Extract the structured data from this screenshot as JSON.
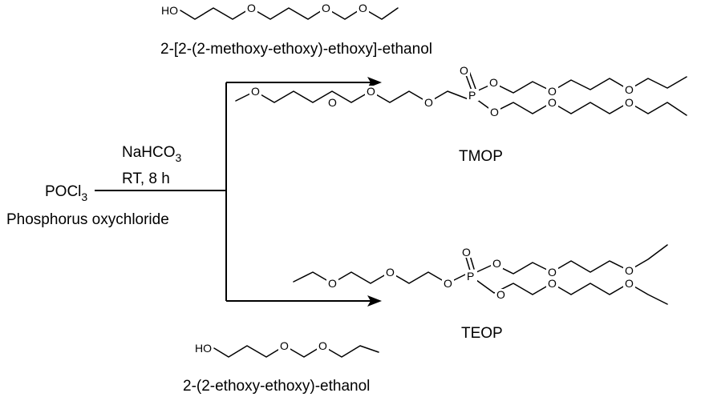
{
  "reactant": {
    "formula_main": "POCl",
    "formula_sub": "3",
    "name": "Phosphorus oxychloride"
  },
  "conditions": {
    "reagent_main": "NaHCO",
    "reagent_sub": "3",
    "temp_time": "RT, 8 h"
  },
  "top_reagent": {
    "name": "2-[2-(2-methoxy-ethoxy)-ethoxy]-ethanol"
  },
  "bottom_reagent": {
    "name": "2-(2-ethoxy-ethoxy)-ethanol"
  },
  "product_top": {
    "name": "TMOP"
  },
  "product_bottom": {
    "name": "TEOP"
  },
  "atoms": {
    "hydroxyl": "HO",
    "oxygen": "O",
    "phosphorus": "P"
  },
  "colors": {
    "ink": "#000000",
    "background": "#ffffff"
  }
}
